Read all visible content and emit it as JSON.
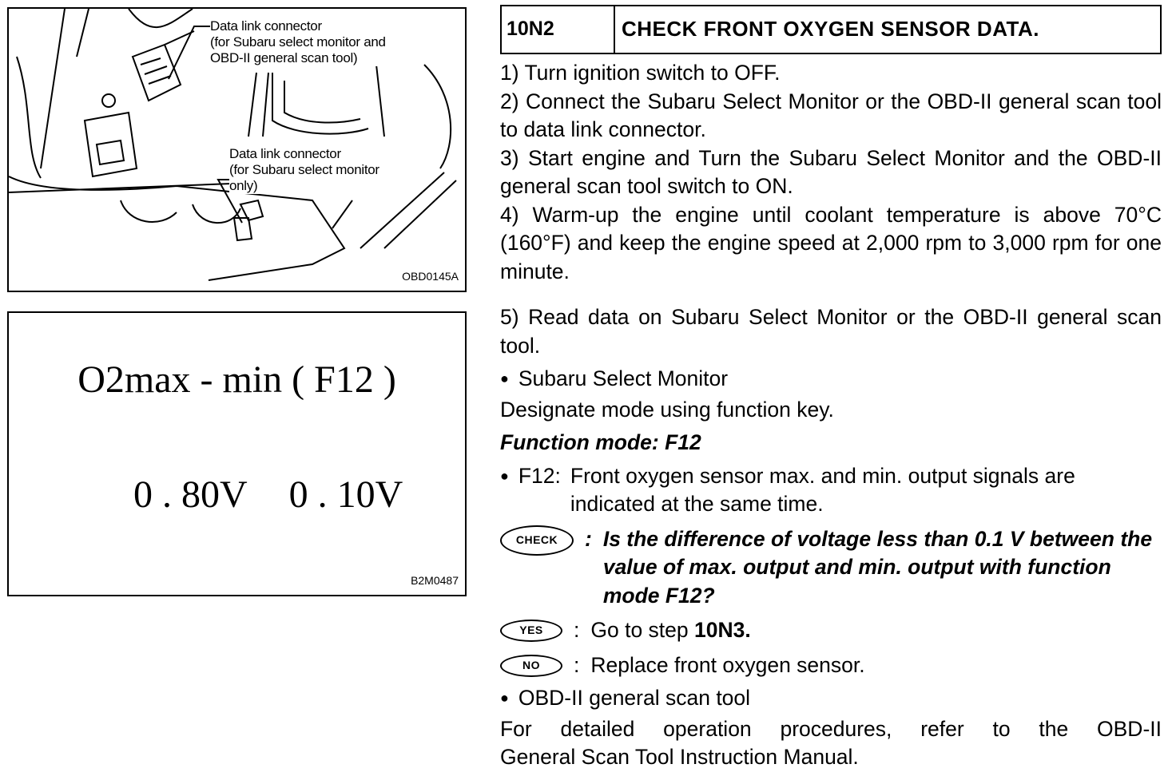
{
  "figure_connector": {
    "callout_1": [
      "Data link connector",
      "(for Subaru select monitor  and",
      "OBD-II general scan tool)"
    ],
    "callout_2": [
      "Data link connector",
      "(for Subaru select monitor",
      "only)"
    ],
    "figure_id": "OBD0145A"
  },
  "figure_display": {
    "title": "O2max - min ( F12 )",
    "value_max": "0 . 80V",
    "value_min": "0 . 10V",
    "figure_id": "B2M0487"
  },
  "step": {
    "number": "10N2",
    "title": "CHECK FRONT OXYGEN SENSOR DATA."
  },
  "instructions": {
    "s1": "1)  Turn ignition switch to OFF.",
    "s2": "2)  Connect the Subaru Select Monitor or the OBD-II general scan tool to data link connector.",
    "s3": "3)  Start engine and Turn the Subaru Select Monitor and the OBD-II general scan tool switch to ON.",
    "s4": "4)  Warm-up the engine until coolant temperature is above 70°C (160°F) and keep the engine speed at 2,000 rpm to 3,000 rpm for one minute.",
    "s5": "5) Read data on Subaru Select Monitor or the OBD-II general scan tool.",
    "ssm_heading": "Subaru Select Monitor",
    "ssm_text": "Designate mode using function key.",
    "function_mode": "Function mode: F12",
    "f12_label": "F12:",
    "f12_text": "Front oxygen sensor max. and min. output signals are indicated at the same time.",
    "check_badge": "CHECK",
    "check_question": "Is the difference of voltage less than 0.1 V between the value of max. output and min. output with function mode F12?",
    "yes_badge": "YES",
    "yes_prefix": "Go to step ",
    "yes_step": "10N3",
    "yes_suffix": ".",
    "no_badge": "NO",
    "no_text": "Replace front oxygen sensor.",
    "obd_heading": "OBD-II general scan tool",
    "obd_text_1": "For detailed operation procedures, refer to the OBD-II",
    "obd_text_2": "General Scan Tool Instruction Manual."
  }
}
